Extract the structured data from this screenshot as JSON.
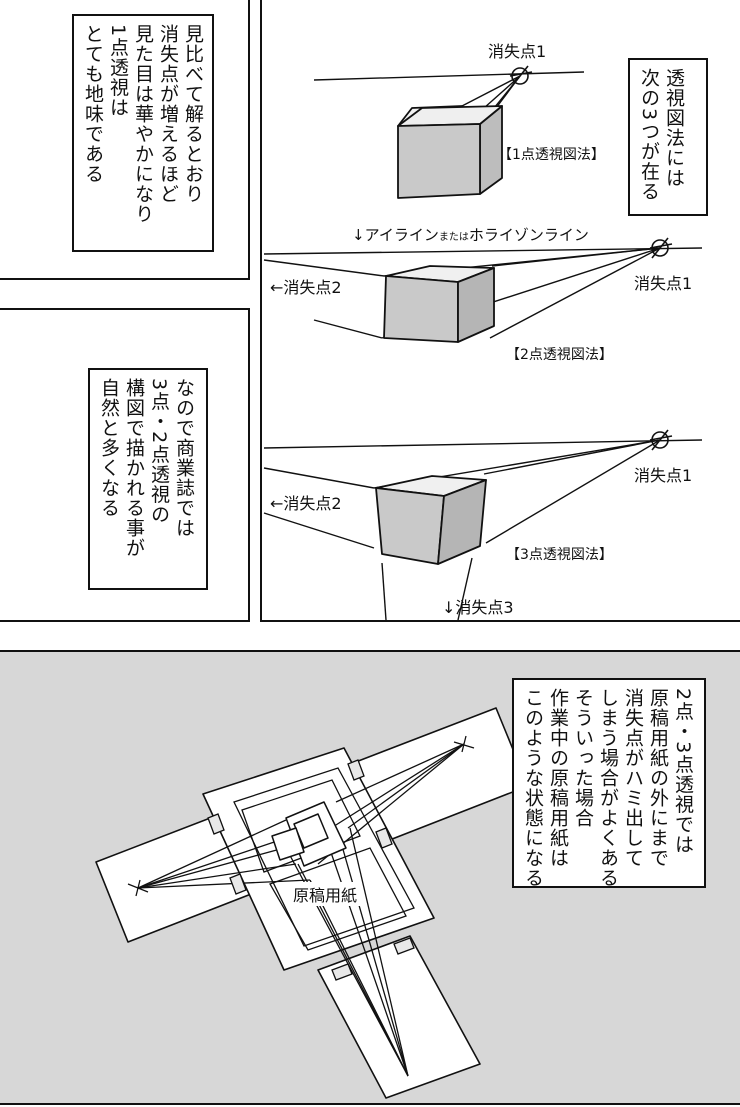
{
  "panel1": {
    "caption": "見比べて解るとおり\n消失点が増えるほど\n見た目は華やかになり\n1点透視は\nとても地味である"
  },
  "panel2": {
    "caption": "なので商業誌では\n3点・2点透視の\n構図で描かれる事が\n自然と多くなる"
  },
  "panel3": {
    "caption": "透視図法には\n次の3つが在る",
    "one_point": {
      "vp_label": "消失点1",
      "method_label": "【1点透視図法】"
    },
    "eye_line": {
      "prefix": "↓アイライン",
      "small": "または",
      "suffix": "ホライゾンライン"
    },
    "two_point": {
      "vp1_label": "消失点1",
      "vp2_label": "←消失点2",
      "method_label": "【2点透視図法】"
    },
    "three_point": {
      "vp1_label": "消失点1",
      "vp2_label": "←消失点2",
      "vp3_label": "↓消失点3",
      "method_label": "【3点透視図法】"
    }
  },
  "panel4": {
    "caption": "2点・3点透視では\n原稿用紙の外にまで\n消失点がハミ出して\nしまう場合がよくある\nそういった場合\n作業中の原稿用紙は\nこのような状態になる",
    "paper_label": "原稿用紙",
    "background_color": "#d7d7d7"
  }
}
